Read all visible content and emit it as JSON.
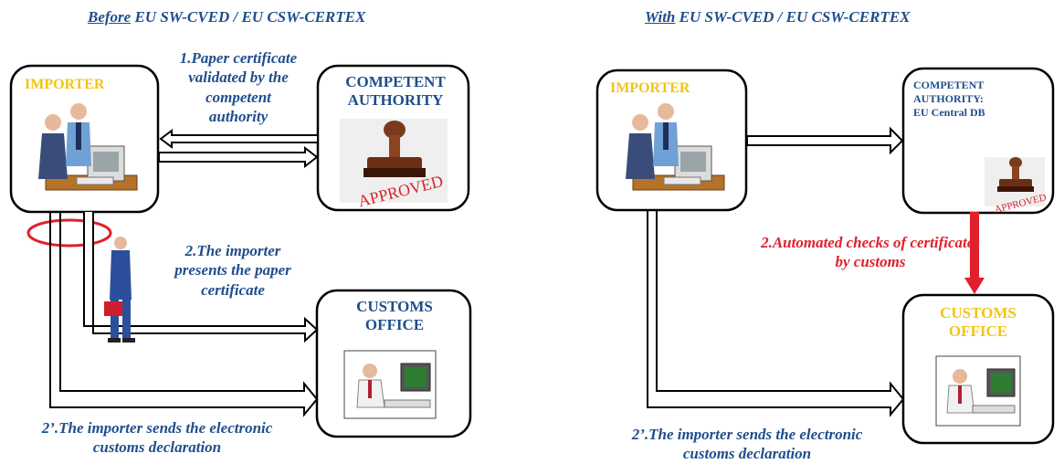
{
  "before": {
    "header_em": "Before",
    "header_rest": " EU SW-CVED / EU CSW-CERTEX",
    "importer": "IMPORTER",
    "authority_line1": "COMPETENT",
    "authority_line2": "AUTHORITY",
    "customs_line1": "CUSTOMS",
    "customs_line2": "OFFICE",
    "step1": [
      "1.Paper certificate",
      "validated by the",
      "competent",
      "authority"
    ],
    "step2": [
      "2.The importer",
      "presents the paper",
      "certificate"
    ],
    "step2b": [
      "2’.The importer sends the electronic",
      "customs declaration"
    ],
    "stamp_text": "APPROVED"
  },
  "with": {
    "header_em": "With",
    "header_rest": " EU SW-CVED / EU CSW-CERTEX",
    "importer": "IMPORTER",
    "authority_line1": "COMPETENT",
    "authority_line2": "AUTHORITY:",
    "authority_line3": "EU Central DB",
    "customs_line1": "CUSTOMS",
    "customs_line2": "OFFICE",
    "step2": [
      "2.Automated checks of certificates",
      "by customs"
    ],
    "step2b": [
      "2’.The importer sends the electronic",
      "customs declaration"
    ],
    "stamp_text": "APPROVED"
  },
  "colors": {
    "text_blue": "#1f4e8c",
    "yellow": "#f2c418",
    "red": "#e0202b"
  }
}
